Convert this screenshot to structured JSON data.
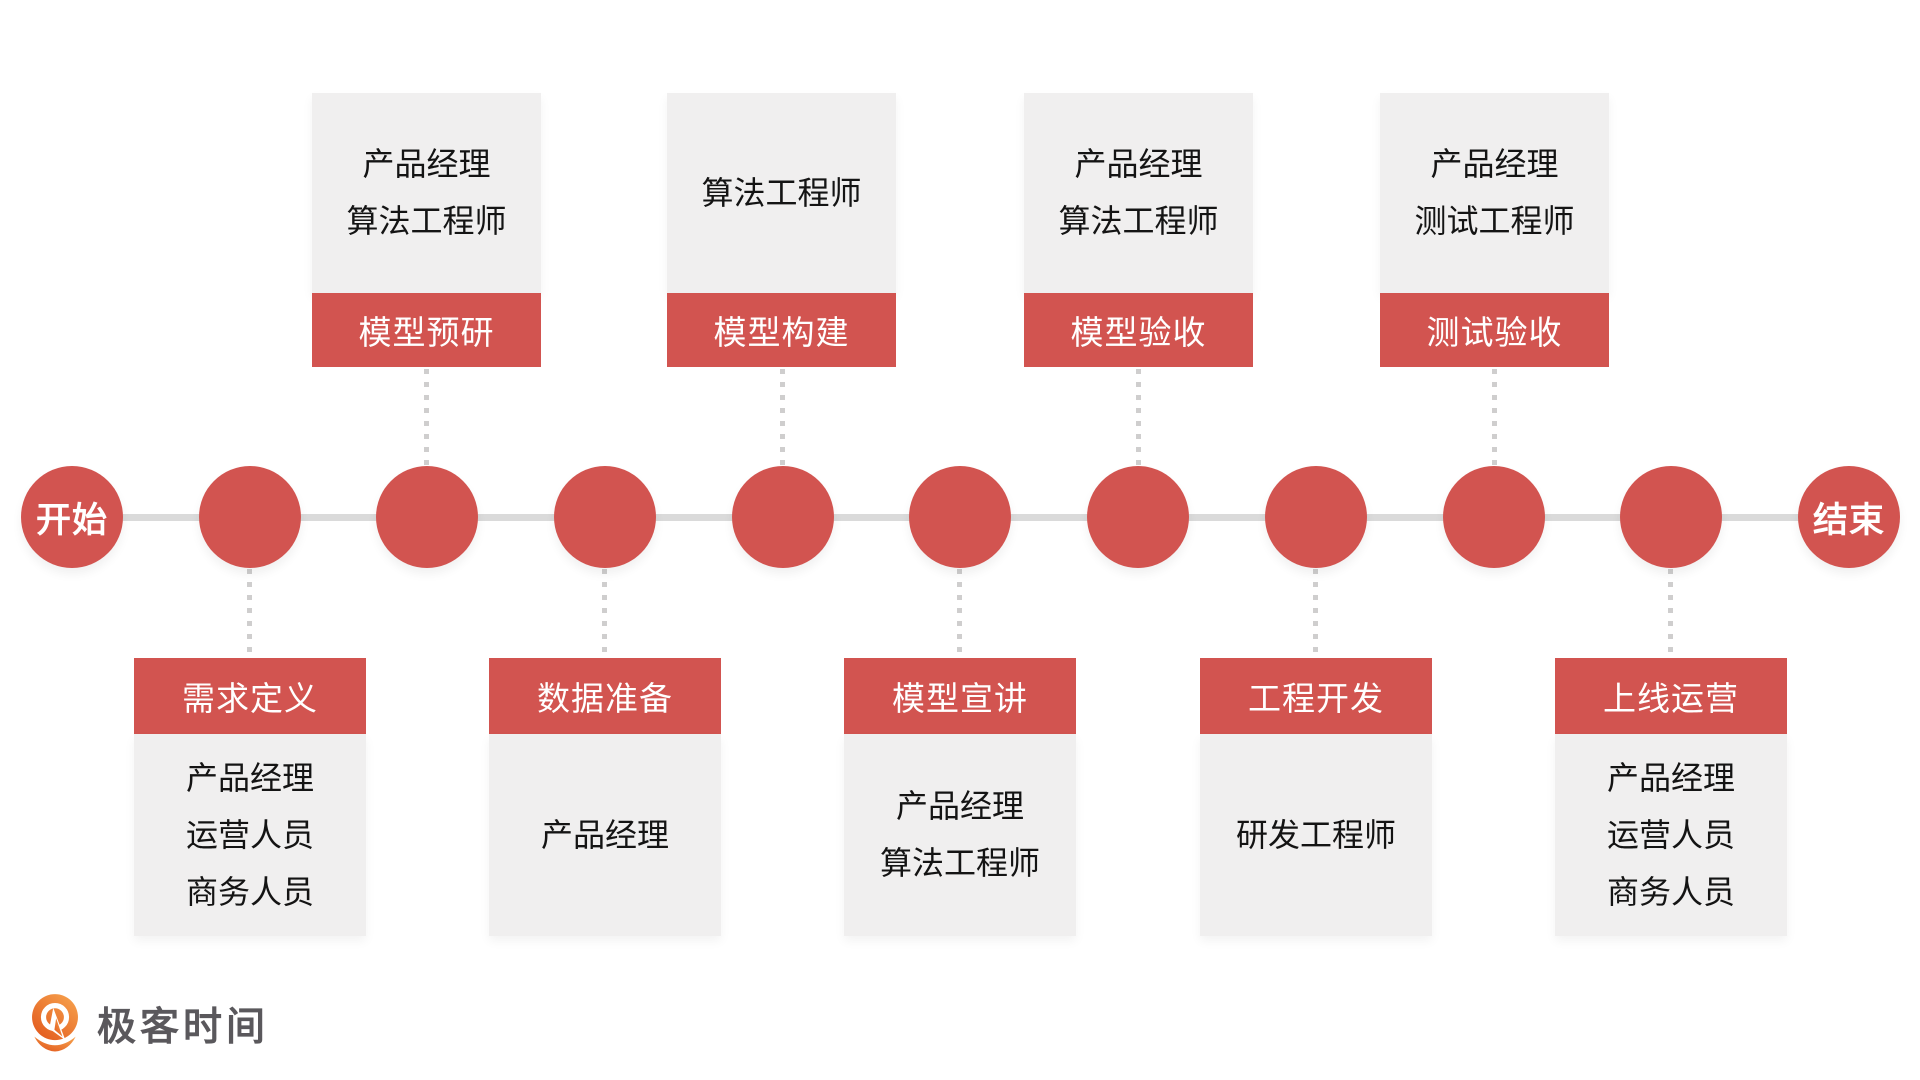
{
  "colors": {
    "accent_red": "#d25450",
    "box_gray": "#f0efef",
    "timeline_line_gray": "#dadada",
    "connector_dot_gray": "#cfcece",
    "role_text": "#141414",
    "band_text": "#ffffff",
    "brand_text_gray": "#5a585c",
    "brand_orange_light": "#f6a04c",
    "brand_orange_dark": "#e35c1f"
  },
  "timeline": {
    "start_label": "开始",
    "end_label": "结束",
    "plain_node_count": 9
  },
  "stages_top": [
    {
      "label": "模型预研",
      "roles": [
        "产品经理",
        "算法工程师"
      ]
    },
    {
      "label": "模型构建",
      "roles": [
        "算法工程师"
      ]
    },
    {
      "label": "模型验收",
      "roles": [
        "产品经理",
        "算法工程师"
      ]
    },
    {
      "label": "测试验收",
      "roles": [
        "产品经理",
        "测试工程师"
      ]
    }
  ],
  "stages_bottom": [
    {
      "label": "需求定义",
      "roles": [
        "产品经理",
        "运营人员",
        "商务人员"
      ]
    },
    {
      "label": "数据准备",
      "roles": [
        "产品经理"
      ]
    },
    {
      "label": "模型宣讲",
      "roles": [
        "产品经理",
        "算法工程师"
      ]
    },
    {
      "label": "工程开发",
      "roles": [
        "研发工程师"
      ]
    },
    {
      "label": "上线运营",
      "roles": [
        "产品经理",
        "运营人员",
        "商务人员"
      ]
    }
  ],
  "brand": {
    "name": "极客时间",
    "logo_icon": "geektime-q-pin-icon"
  }
}
